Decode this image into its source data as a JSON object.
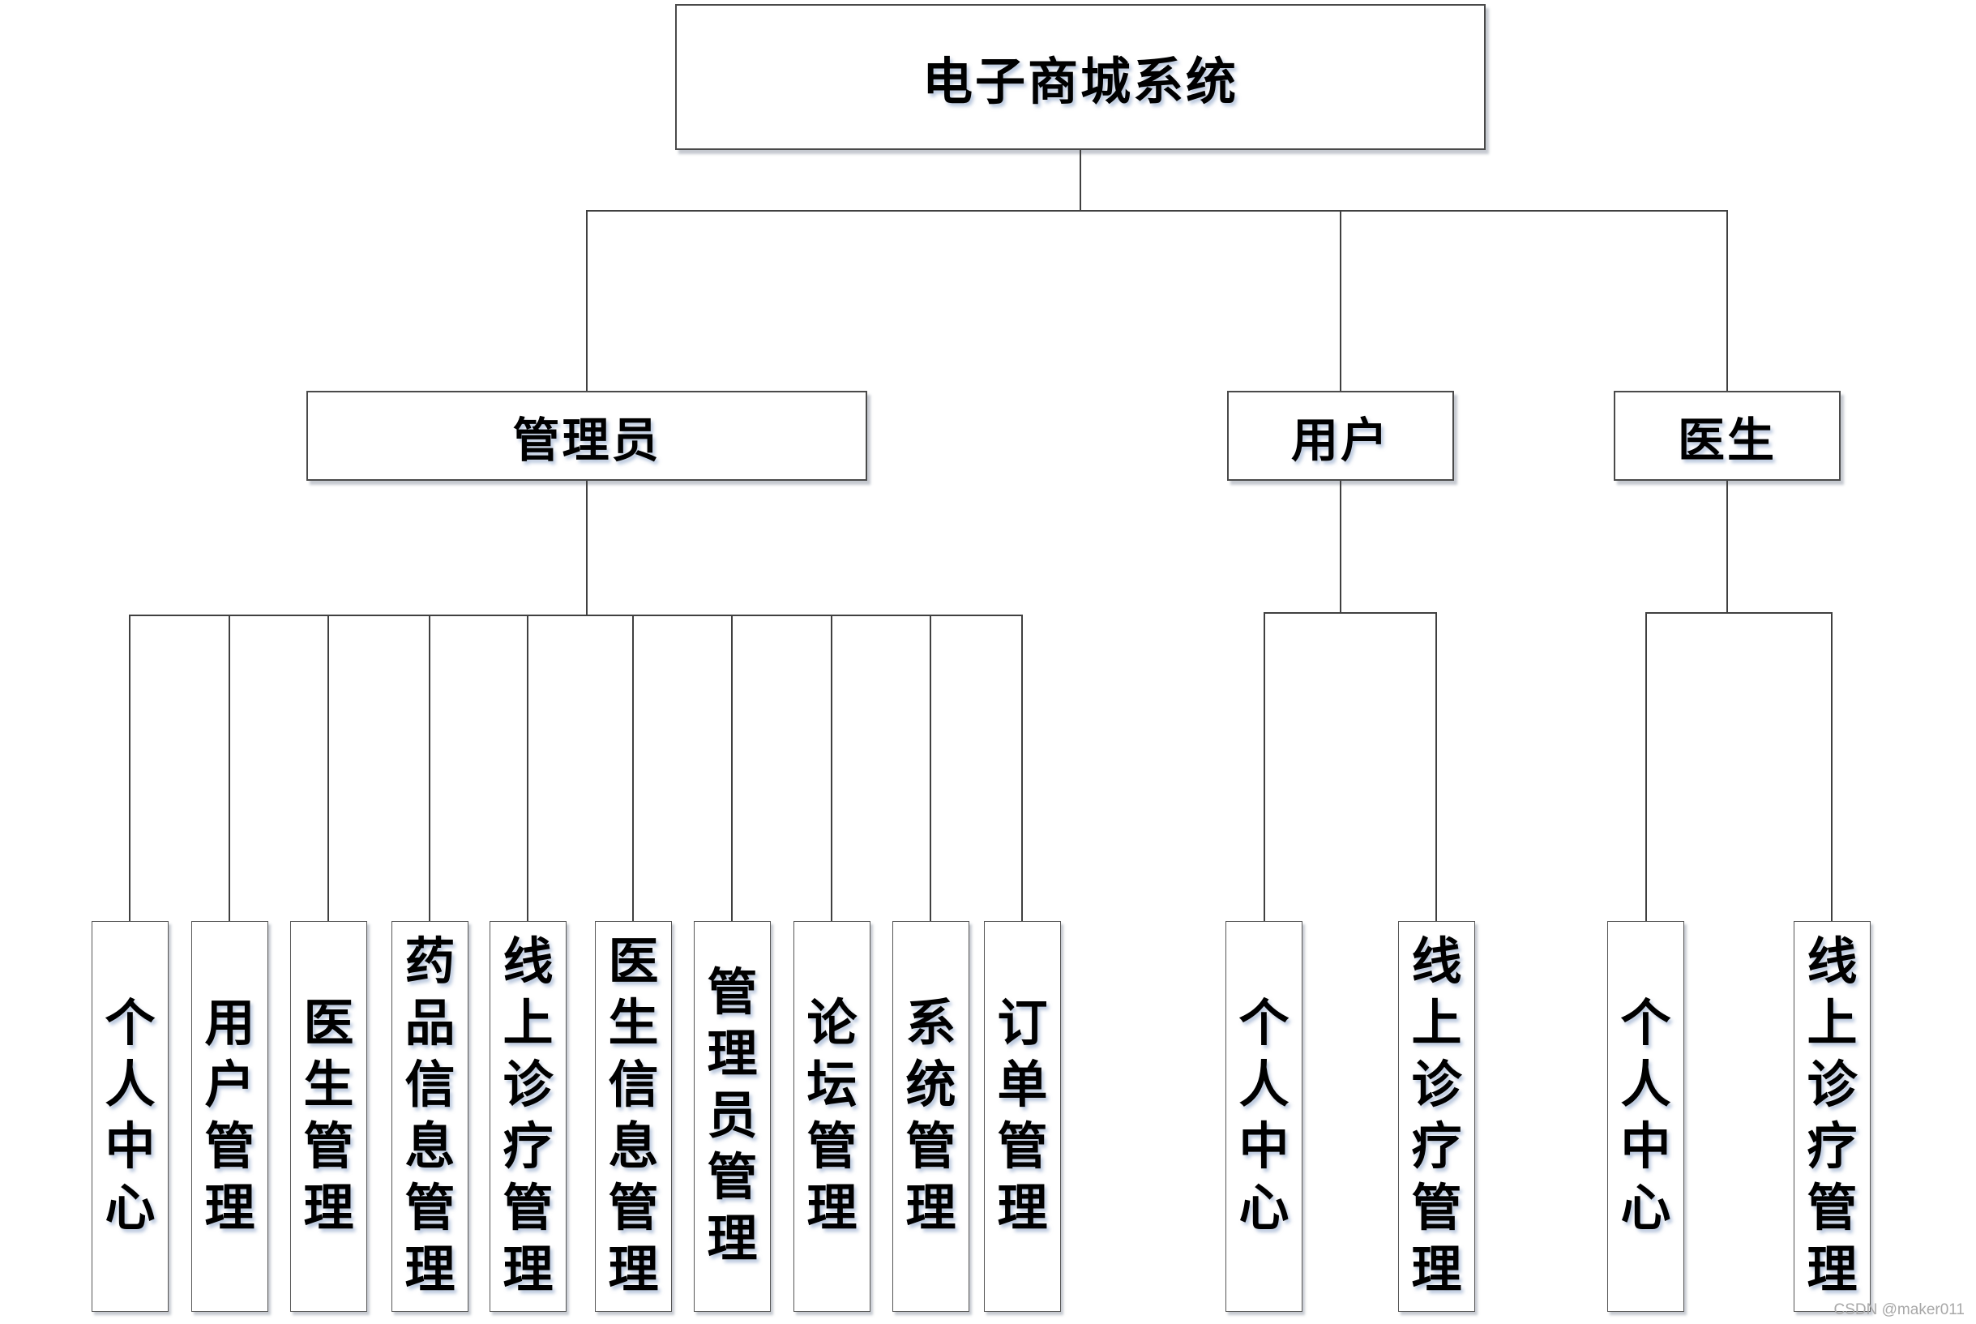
{
  "diagram": {
    "title": "电子商城系统",
    "roles": {
      "admin": {
        "label": "管理员",
        "children": [
          "个人中心",
          "用户管理",
          "医生管理",
          "药品信息管理",
          "线上诊疗管理",
          "医生信息管理",
          "管理员管理",
          "论坛管理",
          "系统管理",
          "订单管理"
        ]
      },
      "user": {
        "label": "用户",
        "children": [
          "个人中心",
          "线上诊疗管理"
        ]
      },
      "doctor": {
        "label": "医生",
        "children": [
          "个人中心",
          "线上诊疗管理"
        ]
      }
    },
    "watermark": "CSDN @maker011",
    "colors": {
      "background": "#ffffff",
      "box_fill": "#ffffff",
      "box_border": "#4a4a4a",
      "connector_line": "#404040",
      "text": "#000000",
      "watermark_text": "#a8a8a8"
    }
  }
}
